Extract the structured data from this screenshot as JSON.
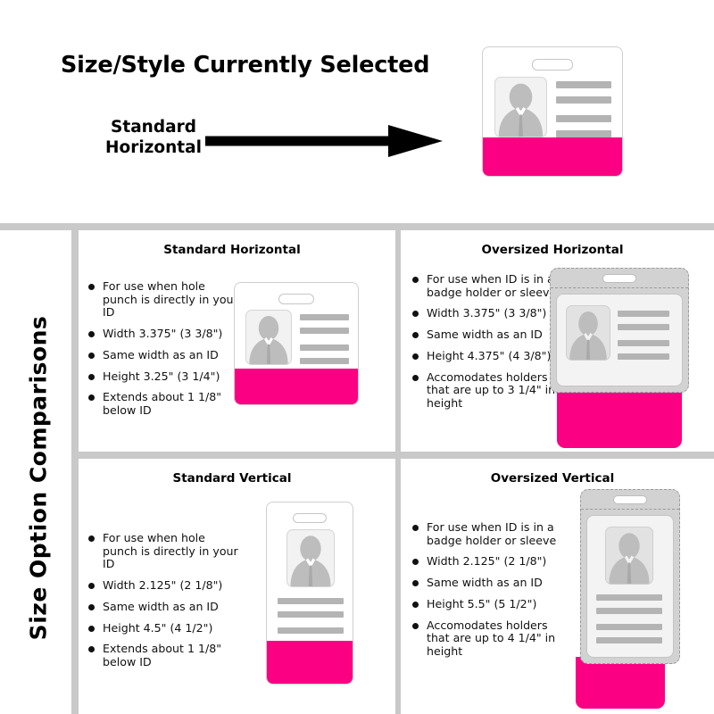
{
  "header": {
    "title": "Size/Style Currently Selected",
    "selected_style": "Standard\nHorizontal",
    "selected_style_line1": "Standard",
    "selected_style_line2": "Horizontal",
    "arrow_icon": "right-arrow-icon"
  },
  "sidebar": {
    "title": "Size Option Comparisons"
  },
  "colors": {
    "accent_pink": "#fc0084",
    "divider_gray": "#c9c9c9",
    "holder_gray": "#d2d2d2",
    "line_gray": "#b4b4b4",
    "text_black": "#111111"
  },
  "comparisons": [
    {
      "id": "standard-horizontal",
      "title": "Standard Horizontal",
      "orientation": "horizontal",
      "oversized": false,
      "bullets": [
        "For use when hole punch is directly in your ID",
        "Width 3.375\" (3 3/8\")",
        "Same width as an ID",
        "Height 3.25\" (3 1/4\")",
        "Extends about 1 1/8\" below ID"
      ]
    },
    {
      "id": "oversized-horizontal",
      "title": "Oversized Horizontal",
      "orientation": "horizontal",
      "oversized": true,
      "bullets": [
        "For use when ID is in a badge holder or sleeve",
        "Width 3.375\" (3 3/8\")",
        "Same width as an ID",
        "Height 4.375\" (4 3/8\")",
        "Accomodates holders that are up to 3 1/4\" in height"
      ]
    },
    {
      "id": "standard-vertical",
      "title": "Standard Vertical",
      "orientation": "vertical",
      "oversized": false,
      "bullets": [
        "For use when hole punch is directly in your ID",
        "Width 2.125\" (2 1/8\")",
        "Same width as an ID",
        "Height 4.5\" (4 1/2\")",
        "Extends about 1 1/8\" below ID"
      ]
    },
    {
      "id": "oversized-vertical",
      "title": "Oversized Vertical",
      "orientation": "vertical",
      "oversized": true,
      "bullets": [
        "For use when ID is in a badge holder or sleeve",
        "Width 2.125\" (2 1/8\")",
        "Same width as an ID",
        "Height 5.5\" (5 1/2\")",
        "Accomodates holders that are up to 4 1/4\" in height"
      ]
    }
  ]
}
